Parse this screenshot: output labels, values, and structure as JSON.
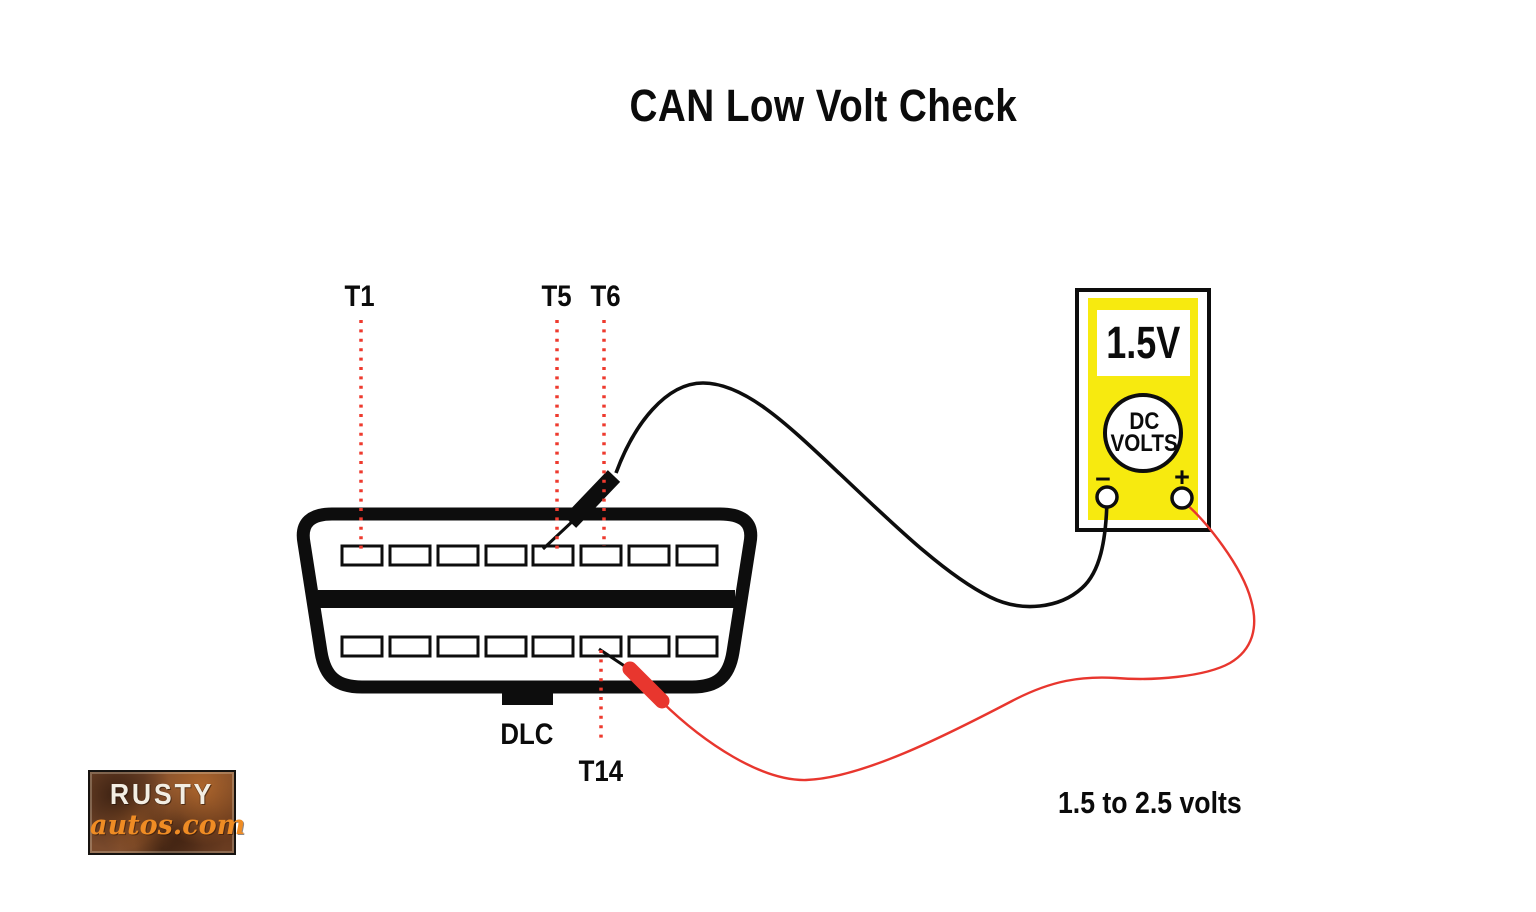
{
  "title": "CAN Low Volt Check",
  "connector": {
    "name_label": "DLC",
    "pins_per_row": 8,
    "test_points": {
      "t1": "T1",
      "t5": "T5",
      "t6": "T6",
      "t14": "T14"
    }
  },
  "multimeter": {
    "reading": "1.5V",
    "dial_line1": "DC",
    "dial_line2": "VOLTS",
    "negative_symbol": "−",
    "positive_symbol": "+"
  },
  "note": {
    "range_text": "1.5 to 2.5 volts"
  },
  "logo": {
    "line1": "RUSTY",
    "line2": "autos.com"
  },
  "colors": {
    "lead_red": "#e8362e",
    "dot_red": "#ee3a2e",
    "meter_yellow": "#f7ea0f",
    "ink_black": "#0d0d0d"
  }
}
